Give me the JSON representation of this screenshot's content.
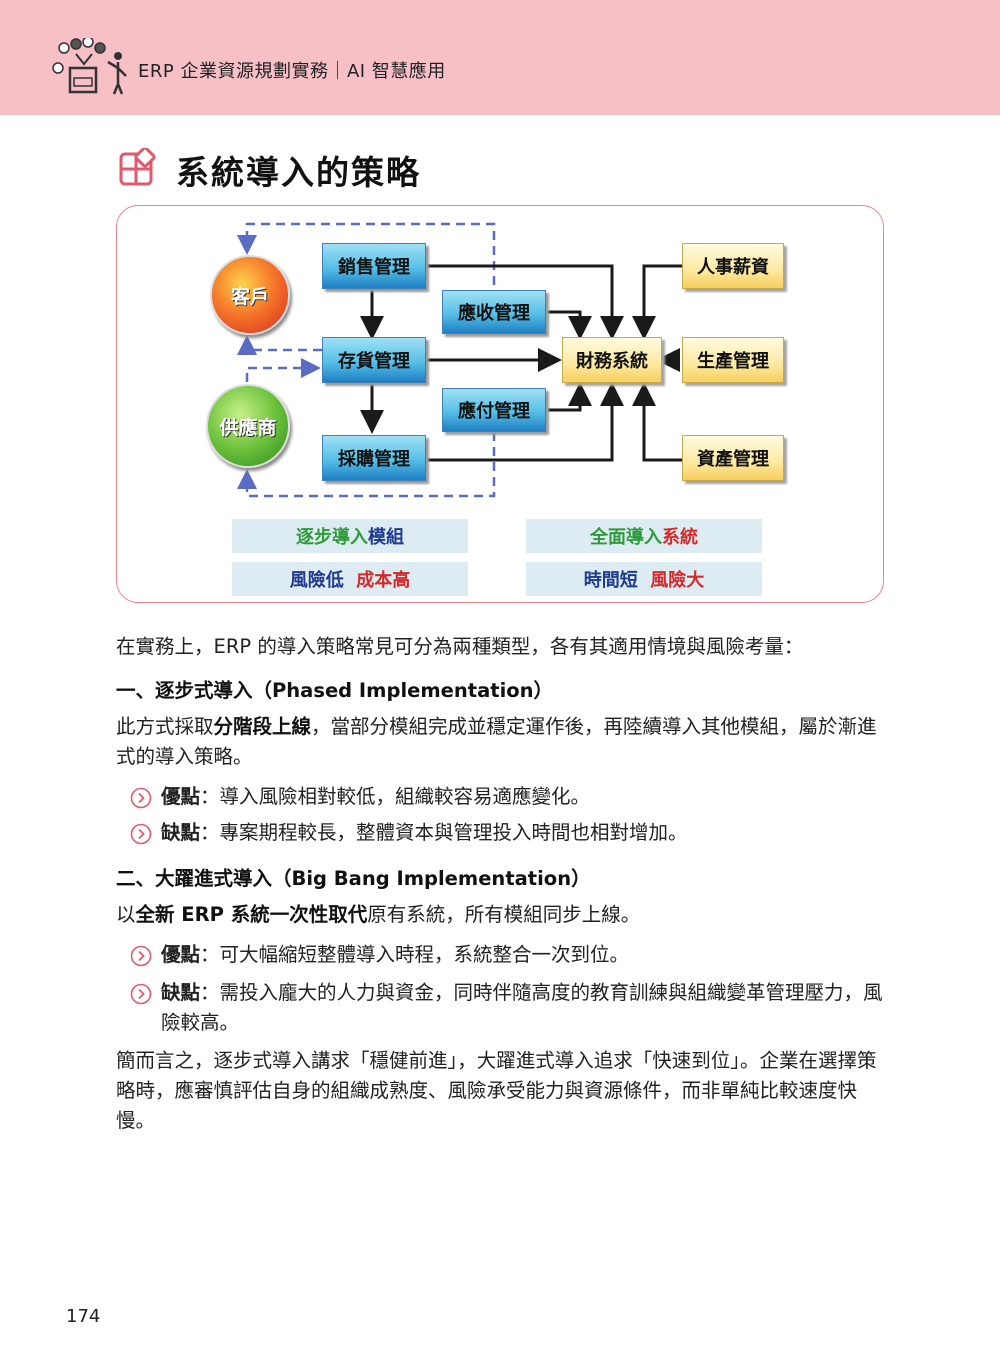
{
  "header": {
    "title": "ERP 企業資源規劃實務｜AI 智慧應用"
  },
  "section": {
    "title": "系統導入的策略"
  },
  "diagram": {
    "customer": "客戶",
    "supplier": "供應商",
    "sales": "銷售管理",
    "inventory": "存貨管理",
    "purchasing": "採購管理",
    "receivable": "應收管理",
    "payable": "應付管理",
    "finance": "財務系統",
    "hr": "人事薪資",
    "production": "生產管理",
    "assets": "資產管理",
    "captions": {
      "phased_a": "逐步導入",
      "phased_b": "模組",
      "phased_c": "風險低",
      "phased_d": "成本高",
      "bigbang_a": "全面導入",
      "bigbang_b": "系統",
      "bigbang_c": "時間短",
      "bigbang_d": "風險大"
    }
  },
  "body": {
    "intro": "在實務上，ERP 的導入策略常見可分為兩種類型，各有其適用情境與風險考量：",
    "h1": "一、逐步式導入（Phased Implementation）",
    "p1_a": "此方式採取",
    "p1_b": "分階段上線",
    "p1_c": "，當部分模組完成並穩定運作後，再陸續導入其他模組，屬於漸進式的導入策略。",
    "b1_label": "優點",
    "b1_text": "：導入風險相對較低，組織較容易適應變化。",
    "b2_label": "缺點",
    "b2_text": "：專案期程較長，整體資本與管理投入時間也相對增加。",
    "h2": "二、大躍進式導入（Big Bang Implementation）",
    "p2_a": "以",
    "p2_b": "全新 ERP 系統一次性取代",
    "p2_c": "原有系統，所有模組同步上線。",
    "b3_label": "優點",
    "b3_text": "：可大幅縮短整體導入時程，系統整合一次到位。",
    "b4_label": "缺點",
    "b4_text": "：需投入龐大的人力與資金，同時伴隨高度的教育訓練與組織變革管理壓力，風險較高。",
    "summary": "簡而言之，逐步式導入講求「穩健前進」，大躍進式導入追求「快速到位」。企業在選擇策略時，應審慎評估自身的組織成熟度、風險承受能力與資源條件，而非單純比較速度快慢。"
  },
  "page_number": "174",
  "colors": {
    "header_bg": "#f7bfc6",
    "accent": "#e05a6b",
    "box_border": "#e8848f"
  }
}
